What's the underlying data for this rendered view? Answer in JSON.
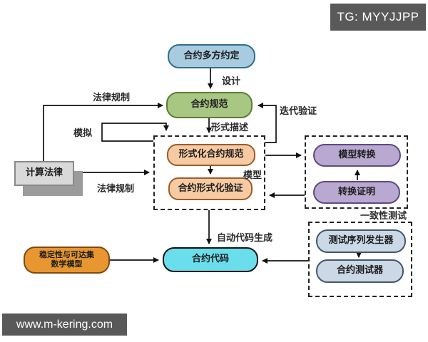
{
  "badges": {
    "top_right": "TG: MYYJJPP",
    "bottom_left": "www.m-kering.com"
  },
  "colors": {
    "badge_background": "#595959",
    "badge_text": "#ffffff",
    "node_agreement_fill": "#a9cbdf",
    "node_spec_fill": "#a7c783",
    "node_formal_fill": "#f6cba4",
    "node_law_fill": "#d9d9d9",
    "node_purple_fill": "#b9a8cf",
    "node_test_fill": "#cbd8e6",
    "node_code_fill": "#6bdeec",
    "node_math_fill": "#e8962f",
    "line_color": "#111111"
  },
  "nodes": {
    "agreement": {
      "label": "合约多方约定"
    },
    "spec": {
      "label": "合约规范"
    },
    "formal_spec": {
      "label": "形式化合约规范"
    },
    "formal_verify": {
      "label": "合约形式化验证"
    },
    "law": {
      "label": "计算法律"
    },
    "model_transform": {
      "label": "模型转换"
    },
    "transform_proof": {
      "label": "转换证明"
    },
    "test_generator": {
      "label": "测试序列发生器"
    },
    "contract_tester": {
      "label": "合约测试器"
    },
    "contract_code": {
      "label": "合约代码"
    },
    "math_model": {
      "label_line1": "稳定性与可达集",
      "label_line2": "数学模型"
    }
  },
  "edge_labels": {
    "design": "设计",
    "legal_regulation_top": "法律规制",
    "iterative_verification": "迭代验证",
    "formal_description": "形式描述",
    "simulation": "模拟",
    "model": "模型",
    "legal_regulation_bottom": "法律规制",
    "consistency_testing": "一致性测试",
    "auto_code_generation": "自动代码生成"
  }
}
